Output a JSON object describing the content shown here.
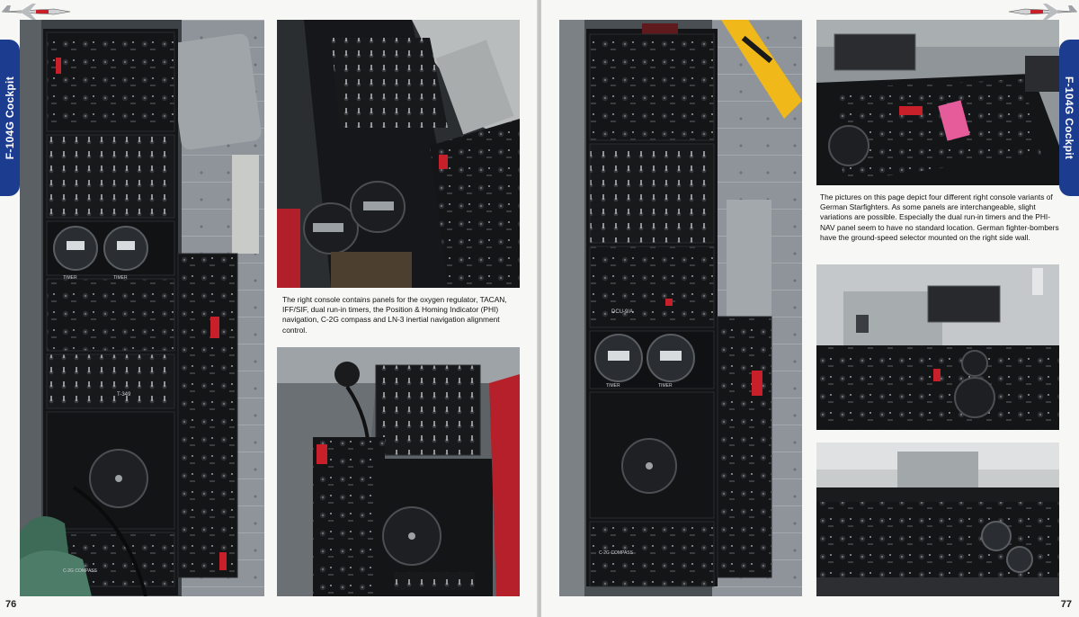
{
  "left_page": {
    "section_tab": "F-104G Cockpit",
    "page_number": "76",
    "caption": "The right console contains panels for the oxygen regulator, TACAN, IFF/SIF, dual run-in timers, the Position & Homing Indicator (PHI) navigation, C-2G compass and LN-3 inertial navigation alignment control.",
    "photo_labels": {
      "timer_left": "TIMER",
      "timer_right": "TIMER",
      "compass_panel": "C-2G COMPASS",
      "panel_code": "T-349"
    }
  },
  "right_page": {
    "section_tab": "F-104G Cockpit",
    "page_number": "77",
    "caption": "The pictures on this page depict four different right console variants of German Starfighters. As some panels are interchangeable, slight variations are possible. Especially the dual run-in timers and the PHI-NAV panel seem to have no standard location. German fighter-bombers have the ground-speed selector mounted on the right side wall.",
    "photo_labels": {
      "timer_left": "TIMER",
      "timer_right": "TIMER",
      "compass_panel": "C-2G COMPASS",
      "panel_code": "DCU-9/A"
    }
  },
  "colors": {
    "tab_blue": "#1c3d8f",
    "panel_black": "#121315",
    "cockpit_grey": "#8e9499",
    "warning_red": "#c8202a",
    "pull_yellow": "#f0b818"
  }
}
